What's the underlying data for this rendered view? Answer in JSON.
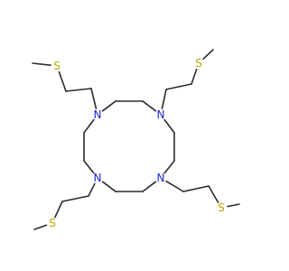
{
  "molecule": {
    "atoms": [
      {
        "id": "N1",
        "element": "N",
        "label": "N",
        "color": "#1f23d6"
      },
      {
        "id": "N2",
        "element": "N",
        "label": "N",
        "color": "#1f23d6"
      },
      {
        "id": "N3",
        "element": "N",
        "label": "N",
        "color": "#1f23d6"
      },
      {
        "id": "N4",
        "element": "N",
        "label": "N",
        "color": "#1f23d6"
      },
      {
        "id": "S1",
        "element": "S",
        "label": "S",
        "color": "#b8a800"
      },
      {
        "id": "S2",
        "element": "S",
        "label": "S",
        "color": "#b8a800"
      },
      {
        "id": "S3",
        "element": "S",
        "label": "S",
        "color": "#b8a800"
      },
      {
        "id": "S4",
        "element": "S",
        "label": "S",
        "color": "#b8a800"
      }
    ],
    "bond_color": "#2b2b2b"
  }
}
